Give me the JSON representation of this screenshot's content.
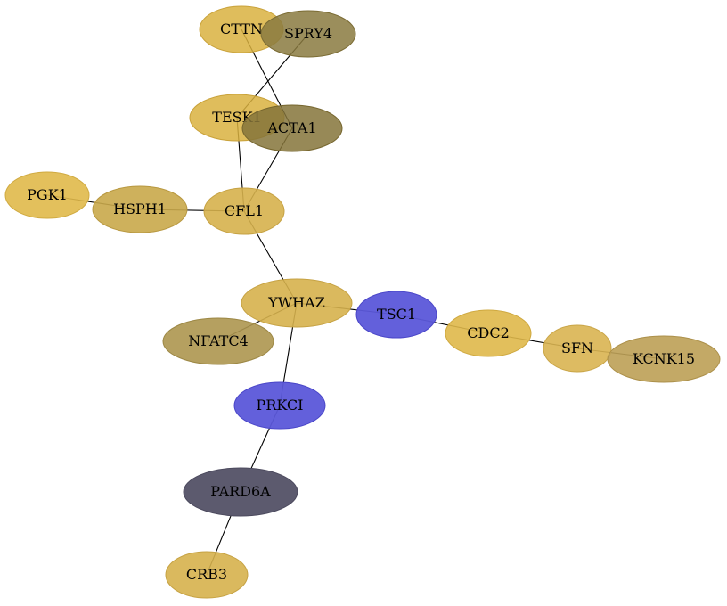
{
  "nodes": [
    {
      "id": "CTTN",
      "label": "CTTN",
      "fill": "#d9b13f",
      "stroke": "#c9a23a",
      "opacity": 0.85
    },
    {
      "id": "SPRY4",
      "label": "SPRY4",
      "fill": "#8a7a3f",
      "stroke": "#7b6c34",
      "opacity": 0.85
    },
    {
      "id": "TESK1",
      "label": "TESK1",
      "fill": "#d9b13f",
      "stroke": "#c9a23a",
      "opacity": 0.85
    },
    {
      "id": "ACTA1",
      "label": "ACTA1",
      "fill": "#857439",
      "stroke": "#76662e",
      "opacity": 0.85
    },
    {
      "id": "PGK1",
      "label": "PGK1",
      "fill": "#e0b94a",
      "stroke": "#d0aa40",
      "opacity": 0.9
    },
    {
      "id": "HSPH1",
      "label": "HSPH1",
      "fill": "#c9a84a",
      "stroke": "#b89840",
      "opacity": 0.9
    },
    {
      "id": "CFL1",
      "label": "CFL1",
      "fill": "#d6b14d",
      "stroke": "#c6a243",
      "opacity": 0.9
    },
    {
      "id": "YWHAZ",
      "label": "YWHAZ",
      "fill": "#d6b14d",
      "stroke": "#c6a243",
      "opacity": 0.9
    },
    {
      "id": "NFATC4",
      "label": "NFATC4",
      "fill": "#ad964f",
      "stroke": "#9c8744",
      "opacity": 0.9
    },
    {
      "id": "TSC1",
      "label": "TSC1",
      "fill": "#5b57d9",
      "stroke": "#4a46c8",
      "opacity": 0.95
    },
    {
      "id": "CDC2",
      "label": "CDC2",
      "fill": "#dfb84a",
      "stroke": "#cfa940",
      "opacity": 0.9
    },
    {
      "id": "SFN",
      "label": "SFN",
      "fill": "#d9b451",
      "stroke": "#c9a547",
      "opacity": 0.9
    },
    {
      "id": "KCNK15",
      "label": "KCNK15",
      "fill": "#bda055",
      "stroke": "#ac904a",
      "opacity": 0.9
    },
    {
      "id": "PRKCI",
      "label": "PRKCI",
      "fill": "#5b57d9",
      "stroke": "#4a46c8",
      "opacity": 0.95
    },
    {
      "id": "PARD6A",
      "label": "PARD6A",
      "fill": "#5c5a6e",
      "stroke": "#4c4a5e",
      "opacity": 1.0
    },
    {
      "id": "CRB3",
      "label": "CRB3",
      "fill": "#d6b14d",
      "stroke": "#c6a243",
      "opacity": 0.9
    }
  ],
  "edges": [
    {
      "source": "CTTN",
      "target": "ACTA1"
    },
    {
      "source": "SPRY4",
      "target": "TESK1"
    },
    {
      "source": "TESK1",
      "target": "CFL1"
    },
    {
      "source": "ACTA1",
      "target": "CFL1"
    },
    {
      "source": "PGK1",
      "target": "HSPH1"
    },
    {
      "source": "HSPH1",
      "target": "CFL1"
    },
    {
      "source": "CFL1",
      "target": "YWHAZ"
    },
    {
      "source": "YWHAZ",
      "target": "NFATC4"
    },
    {
      "source": "YWHAZ",
      "target": "TSC1"
    },
    {
      "source": "TSC1",
      "target": "CDC2"
    },
    {
      "source": "CDC2",
      "target": "SFN"
    },
    {
      "source": "SFN",
      "target": "KCNK15"
    },
    {
      "source": "YWHAZ",
      "target": "PRKCI"
    },
    {
      "source": "PRKCI",
      "target": "PARD6A"
    },
    {
      "source": "PARD6A",
      "target": "CRB3"
    }
  ]
}
